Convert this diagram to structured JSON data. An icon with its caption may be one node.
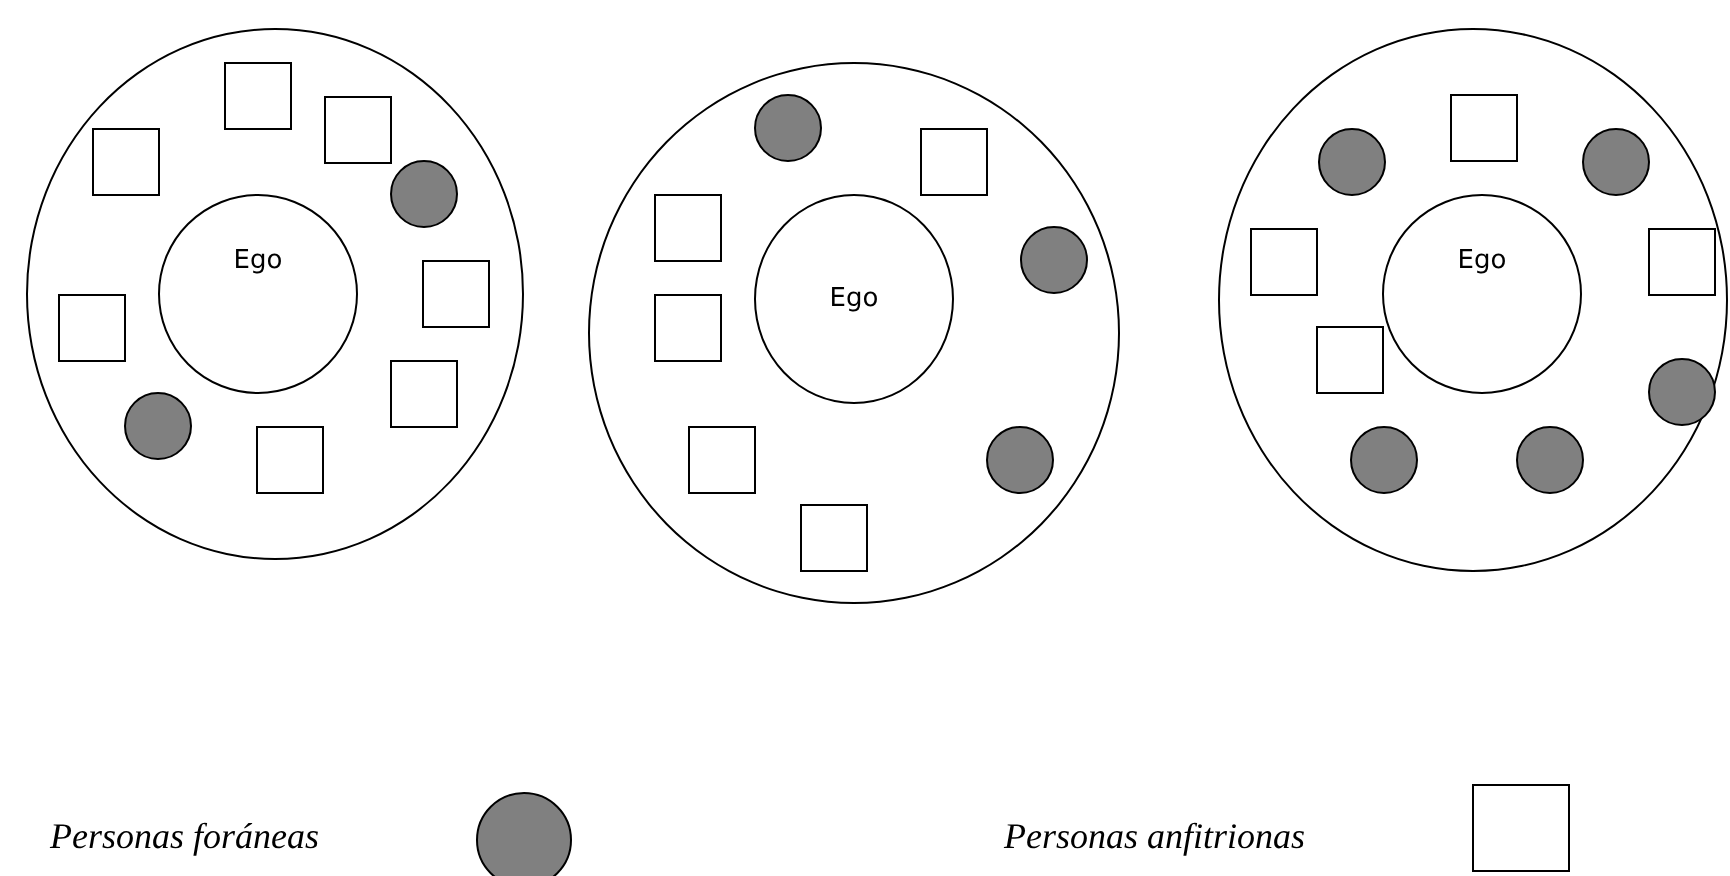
{
  "diagram": {
    "nodes": [
      {
        "text": [],
        "shape": "circle"
      },
      {
        "text": [
          "Ego"
        ],
        "in": 0
      },
      {
        "text": [],
        "shape": "box",
        "in": 0
      },
      {
        "text": [],
        "shape": "box",
        "in": 0
      },
      {
        "text": [],
        "shape": "box",
        "in": 0
      },
      {
        "text": [],
        "shape": "circle",
        "in": 0
      },
      {
        "text": [],
        "shape": "box",
        "in": 0
      },
      {
        "text": [],
        "shape": "box",
        "in": 0
      },
      {
        "text": [],
        "shape": "box",
        "in": 0
      },
      {
        "text": [],
        "shape": "circle",
        "in": 0
      },
      {
        "text": [],
        "shape": "box",
        "in": 0
      },
      {
        "text": [],
        "shape": "circle"
      },
      {
        "text": [
          "Ego"
        ],
        "in": 11
      },
      {
        "text": [],
        "shape": "circle",
        "in": 11
      },
      {
        "text": [],
        "shape": "box",
        "in": 11
      },
      {
        "text": [],
        "shape": "box",
        "in": 11
      },
      {
        "text": [],
        "shape": "circle",
        "in": 11
      },
      {
        "text": [],
        "shape": "box",
        "in": 11
      },
      {
        "text": [],
        "shape": "box",
        "in": 11
      },
      {
        "text": [],
        "shape": "circle",
        "in": 11
      },
      {
        "text": [],
        "shape": "box",
        "in": 11
      },
      {
        "text": [],
        "shape": "circle"
      },
      {
        "text": [
          "Ego"
        ],
        "in": 21
      },
      {
        "text": [],
        "shape": "box",
        "in": 21
      },
      {
        "text": [],
        "shape": "circle",
        "in": 21
      },
      {
        "text": [],
        "shape": "circle",
        "in": 21
      },
      {
        "text": [],
        "shape": "box",
        "in": 21
      },
      {
        "text": [],
        "shape": "box",
        "in": 21
      },
      {
        "text": [],
        "shape": "box",
        "in": 21
      },
      {
        "text": [],
        "shape": "circle",
        "in": 21
      },
      {
        "text": [],
        "shape": "circle",
        "in": 21
      },
      {
        "text": [],
        "shape": "circle",
        "in": 21
      }
    ],
    "legend": [
      {
        "text": "Personas foráneas",
        "color": "#808080"
      },
      {
        "text": "Personas anfitrionas",
        "color": "#ffffff"
      }
    ]
  }
}
